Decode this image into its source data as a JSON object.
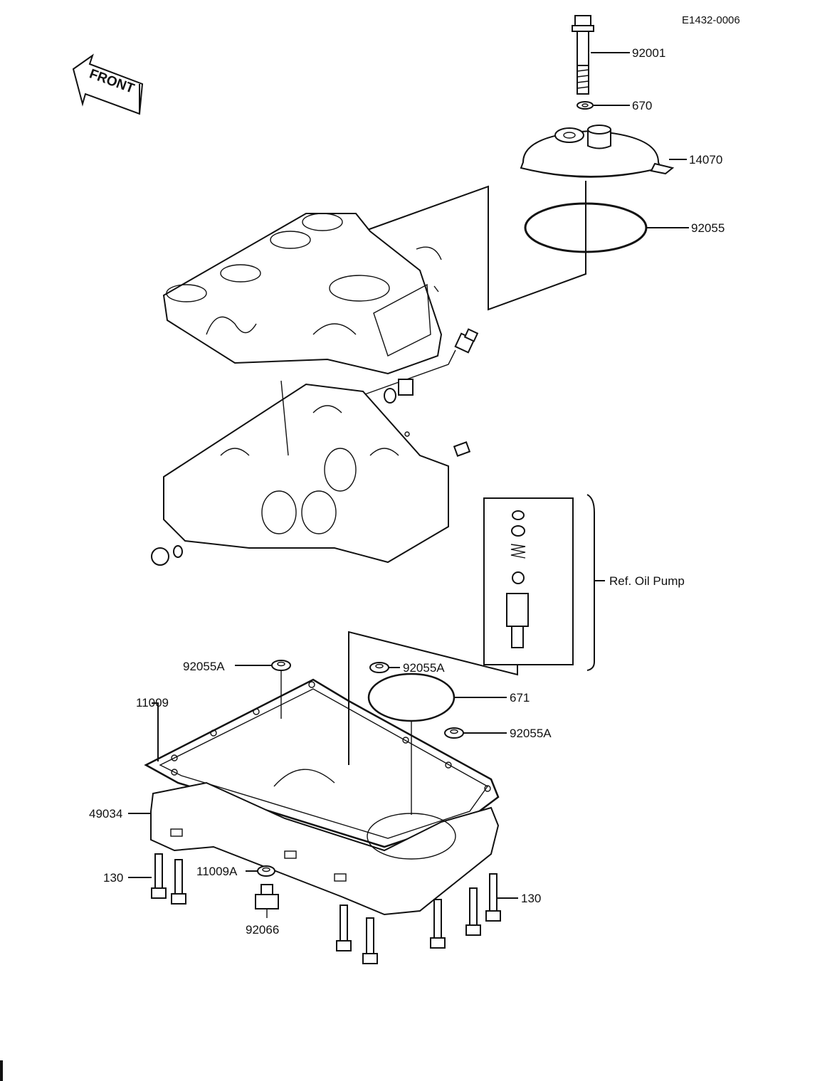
{
  "drawing_code": "E1432-0006",
  "front_arrow_text": "FRONT",
  "ref_note": "Ref. Oil Pump",
  "parts": {
    "bolt_top": "92001",
    "washer_top": "670",
    "filter_cover": "14070",
    "cover_oring": "92055",
    "oring_671": "671",
    "seal_left": "92055A",
    "seal_mid": "92055A",
    "seal_right": "92055A",
    "gasket": "11009",
    "oil_pan": "49034",
    "bolts_left": "130",
    "bolts_right": "130",
    "drain_washer": "11009A",
    "drain_plug": "92066"
  }
}
